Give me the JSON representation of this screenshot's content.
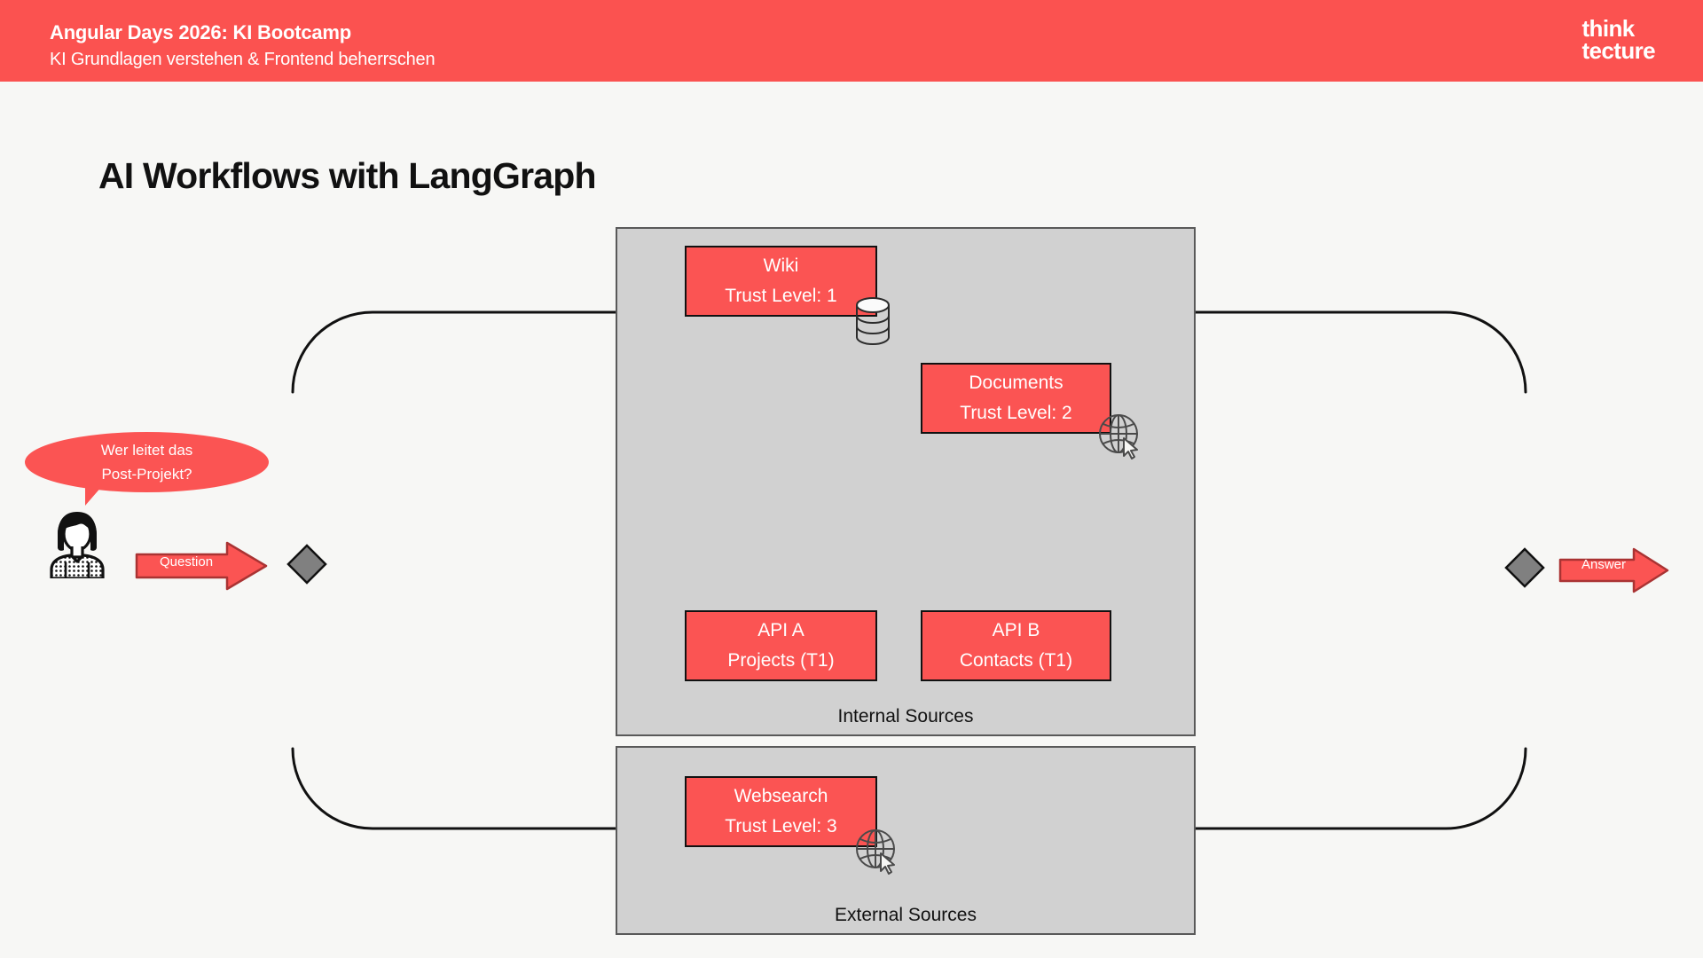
{
  "header": {
    "title": "Angular Days 2026: KI Bootcamp",
    "subtitle": "KI Grundlagen verstehen & Frontend beherrschen",
    "logo_line1": "think",
    "logo_line2": "tecture",
    "bg_color": "#fb5250",
    "text_color": "#ffffff"
  },
  "slide": {
    "title": "AI Workflows with LangGraph",
    "background": "#f7f7f5"
  },
  "user": {
    "bubble_line1": "Wer leitet das",
    "bubble_line2": "Post-Projekt?",
    "avatar_icon": "person-icon"
  },
  "flow": {
    "question_label": "Question",
    "answer_label": "Answer",
    "entry_node_icon": "diamond-node",
    "exit_node_icon": "diamond-node",
    "arrow_color": "#fb5453",
    "node_color": "#808080"
  },
  "panels": [
    {
      "id": "internal",
      "label": "Internal Sources",
      "bg_color": "#d1d1d1",
      "border_color": "#595959"
    },
    {
      "id": "external",
      "label": "External Sources",
      "bg_color": "#d1d1d1",
      "border_color": "#595959"
    }
  ],
  "sources": {
    "wiki": {
      "line1": "Wiki",
      "line2": "Trust Level: 1",
      "icon": "database-icon"
    },
    "documents": {
      "line1": "Documents",
      "line2": "Trust Level: 2",
      "icon": "globe-cursor-icon"
    },
    "api_a": {
      "line1": "API A",
      "line2": "Projects (T1)",
      "icon": "none"
    },
    "api_b": {
      "line1": "API B",
      "line2": "Contacts (T1)",
      "icon": "none"
    },
    "websearch": {
      "line1": "Websearch",
      "line2": "Trust Level: 3",
      "icon": "globe-cursor-icon"
    }
  },
  "colors": {
    "accent_red": "#fb5453",
    "box_border": "#111111",
    "panel_gray": "#d1d1d1",
    "diagram_line": "#111111"
  }
}
